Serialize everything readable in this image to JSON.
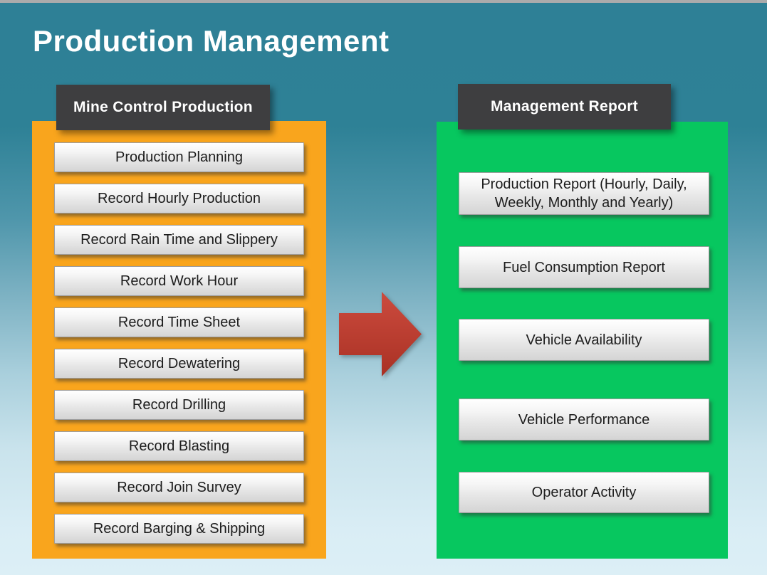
{
  "slide": {
    "title": "Production Management"
  },
  "colors": {
    "background_top": "#2E8096",
    "background_bottom": "#DCEFF6",
    "top_bar": "#ABABAB",
    "left_panel": "#F9A51D",
    "right_panel": "#07C75F",
    "header_box": "#3E3E40",
    "button_face": "#E8E8E8",
    "arrow_red": "#C0392B"
  },
  "left": {
    "header": "Mine Control Production",
    "buttons": [
      "Production Planning",
      "Record Hourly Production",
      "Record Rain Time and Slippery",
      "Record Work Hour",
      "Record Time Sheet",
      "Record Dewatering",
      "Record Drilling",
      "Record Blasting",
      "Record Join Survey",
      "Record Barging & Shipping"
    ]
  },
  "right": {
    "header": "Management Report",
    "buttons": [
      "Production Report (Hourly, Daily, Weekly, Monthly and Yearly)",
      "Fuel Consumption  Report",
      "Vehicle Availability",
      "Vehicle Performance",
      "Operator Activity"
    ]
  },
  "arrow": {
    "icon": "right-arrow"
  }
}
